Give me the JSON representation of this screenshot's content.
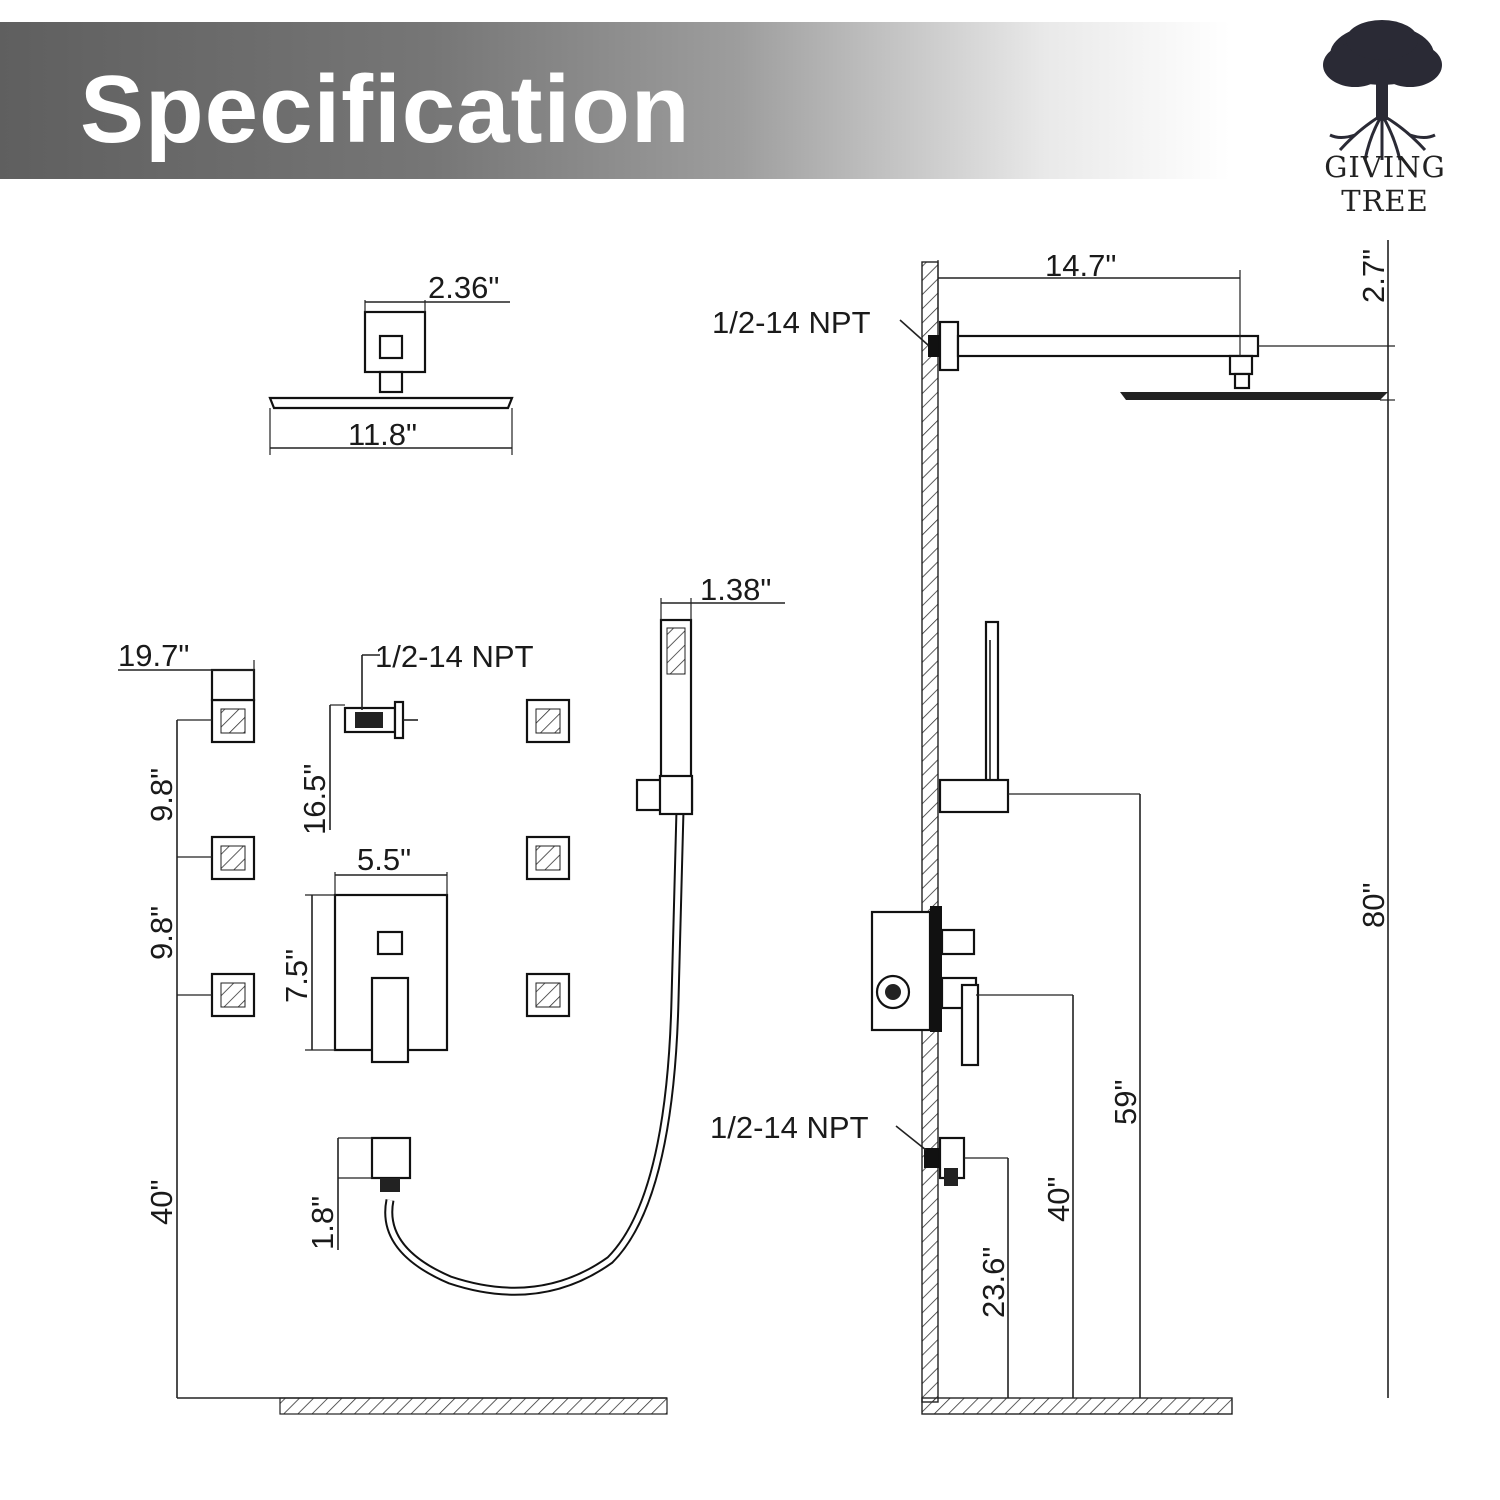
{
  "header": {
    "title": "Specification"
  },
  "brand": {
    "name": "GIVING TREE",
    "logo_icon": "tree-with-roots-icon"
  },
  "dimensions": {
    "shower_arm_width": "2.36\"",
    "shower_head_width": "11.8\"",
    "arm_length": "14.7\"",
    "arm_drop": "2.7\"",
    "top_npt": "1/2-14 NPT",
    "handheld_width": "1.38\"",
    "jet_spacing_horizontal": "19.7\"",
    "jet_npt": "1/2-14 NPT",
    "jet_spacing_vertical_1": "9.8\"",
    "jet_spacing_vertical_2": "9.8\"",
    "jet_depth": "16.5\"",
    "valve_width": "5.5\"",
    "valve_height": "7.5\"",
    "jet_height_from_floor": "40\"",
    "outlet_height": "1.8\"",
    "bottom_npt": "1/2-14 NPT",
    "head_height": "80\"",
    "valve_height_from_floor": "59\"",
    "valve_center_height": "40\"",
    "outlet_height_from_floor": "23.6\""
  }
}
